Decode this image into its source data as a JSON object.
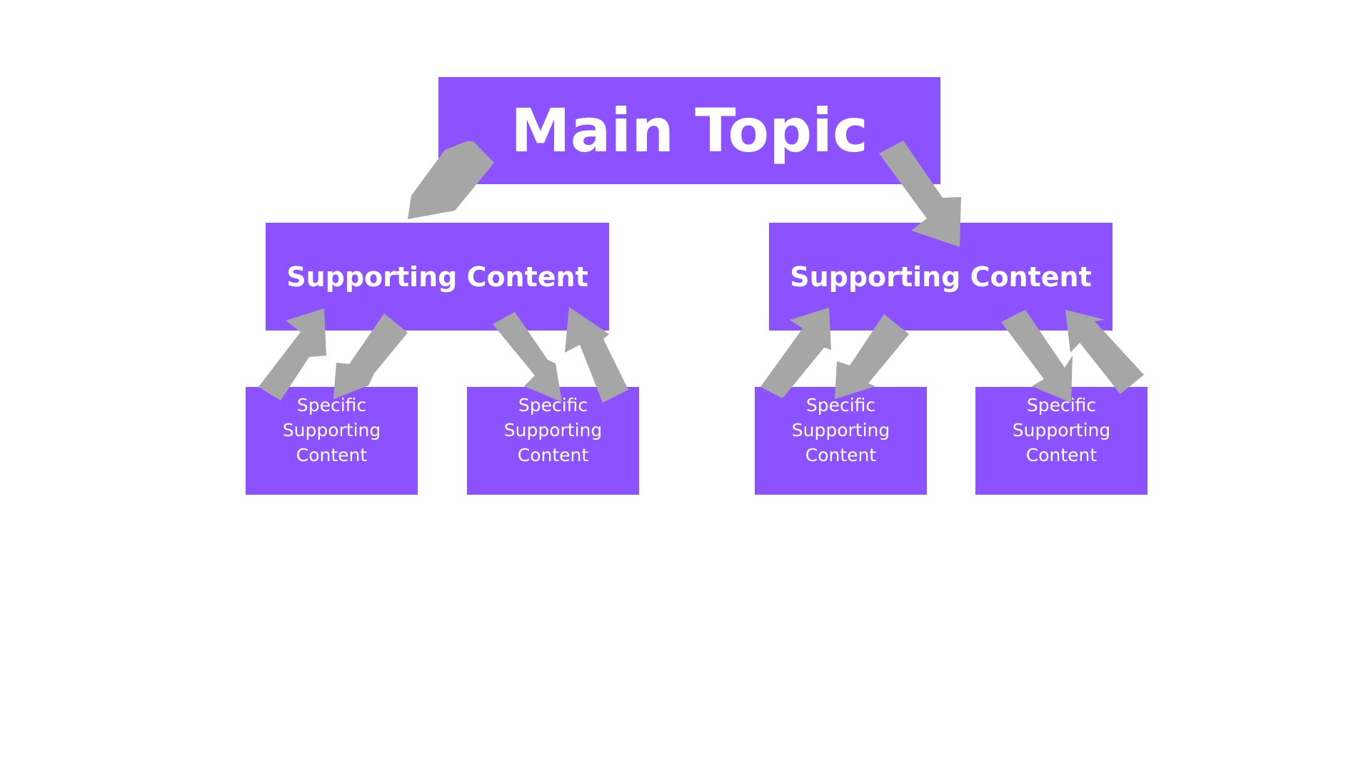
{
  "main": {
    "label": "Main Topic"
  },
  "supporting": [
    {
      "label": "Supporting Content"
    },
    {
      "label": "Supporting Content"
    }
  ],
  "specific": [
    {
      "lines": [
        "Specific",
        "Supporting",
        "Content"
      ]
    },
    {
      "lines": [
        "Specific",
        "Supporting",
        "Content"
      ]
    },
    {
      "lines": [
        "Specific",
        "Supporting",
        "Content"
      ]
    },
    {
      "lines": [
        "Specific",
        "Supporting",
        "Content"
      ]
    }
  ],
  "colors": {
    "box_fill": "#8c52ff",
    "text": "#ffffff",
    "arrow": "#a6a6a6",
    "background": "#ffffff"
  }
}
